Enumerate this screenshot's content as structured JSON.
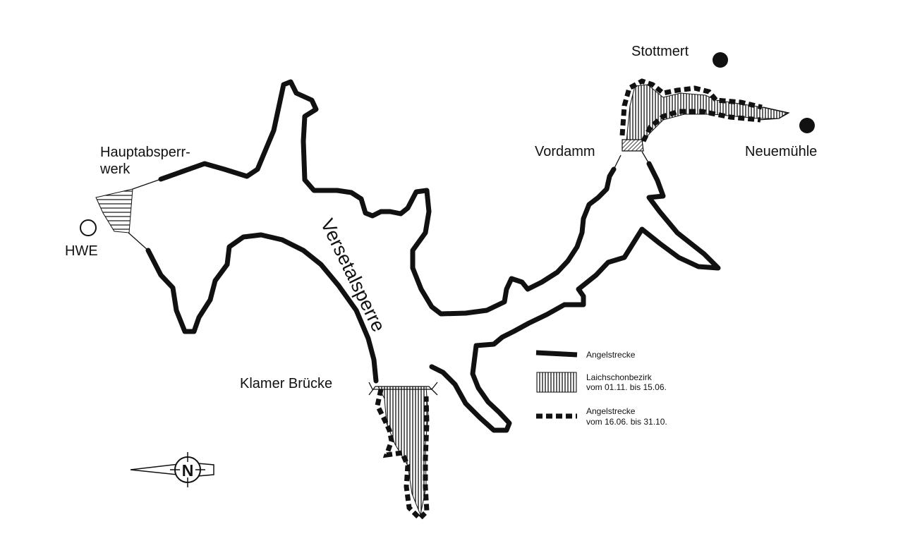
{
  "map": {
    "lake_name": "Versetalsperre",
    "places": {
      "stottmert": "Stottmert",
      "neuemuehle": "Neuemühle",
      "vordamm": "Vordamm",
      "hauptabsperrwerk_line1": "Hauptabsperr-",
      "hauptabsperrwerk_line2": "werk",
      "hwe": "HWE",
      "klamer_bruecke": "Klamer Brücke"
    },
    "compass": {
      "north_letter": "N"
    }
  },
  "legend": {
    "angelstrecke": "Angelstrecke",
    "laichschonbezirk_line1": "Laichschonbezirk",
    "laichschonbezirk_line2": "vom 01.11. bis 15.06.",
    "saisonal_line1": "Angelstrecke",
    "saisonal_line2": "vom 16.06. bis 31.10."
  },
  "colors": {
    "ink": "#111111",
    "water": "#ffffff"
  }
}
